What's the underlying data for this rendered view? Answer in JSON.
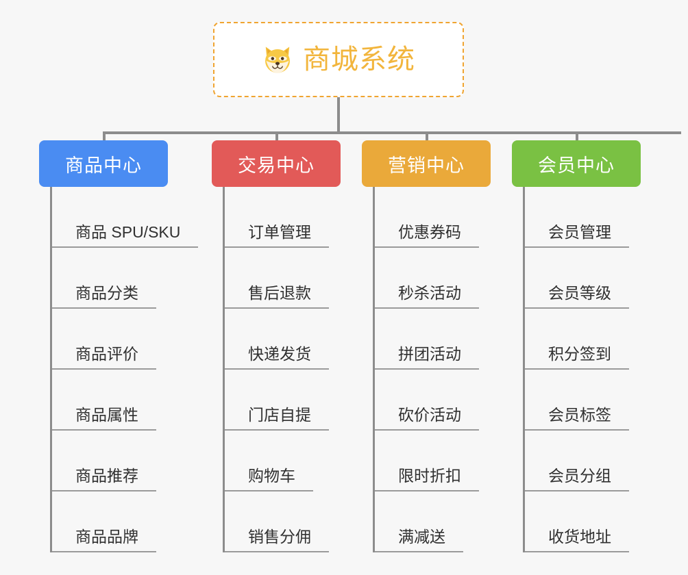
{
  "root": {
    "label": "商城系统",
    "icon": "dog-face-icon",
    "text_color": "#f2b53c",
    "border_color": "#f0a430",
    "background": "#ffffff"
  },
  "canvas": {
    "background": "#f7f7f7",
    "connector_color": "#8c8c8c"
  },
  "columns": [
    {
      "title": "商品中心",
      "color": "#4a8cf2",
      "items": [
        "商品 SPU/SKU",
        "商品分类",
        "商品评价",
        "商品属性",
        "商品推荐",
        "商品品牌"
      ]
    },
    {
      "title": "交易中心",
      "color": "#e25a58",
      "items": [
        "订单管理",
        "售后退款",
        "快递发货",
        "门店自提",
        "购物车",
        "销售分佣"
      ]
    },
    {
      "title": "营销中心",
      "color": "#eaa93a",
      "items": [
        "优惠券码",
        "秒杀活动",
        "拼团活动",
        "砍价活动",
        "限时折扣",
        "满减送"
      ]
    },
    {
      "title": "会员中心",
      "color": "#7ac143",
      "items": [
        "会员管理",
        "会员等级",
        "积分签到",
        "会员标签",
        "会员分组",
        "收货地址"
      ]
    }
  ]
}
